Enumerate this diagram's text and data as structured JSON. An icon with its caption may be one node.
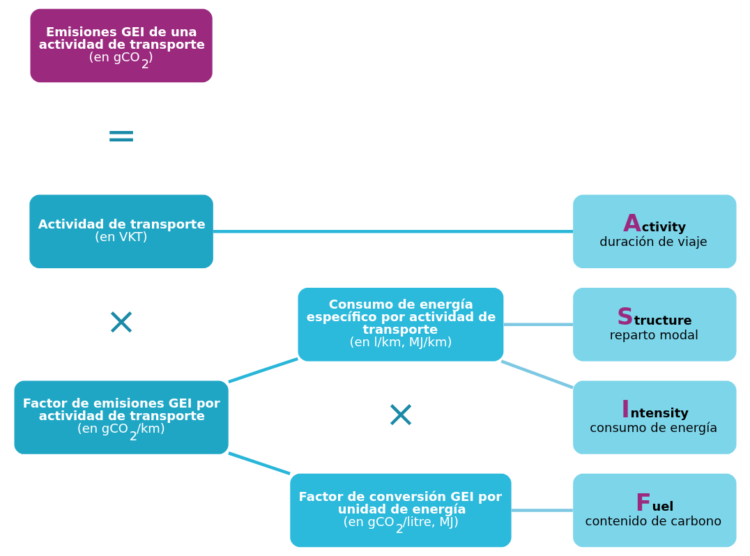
{
  "diagram": {
    "nodes": [
      {
        "text": [
          "Emisiones GEI de una actividad de transporte",
          "(en gCO$_{2}$)"
        ]
      },
      {
        "text": [
          "Actividad de transporte",
          "(en VKT)"
        ]
      },
      {
        "text": [
          "Factor de emisiones GEI por actividad de transporte",
          "(en gCO$_{2}$/km)"
        ]
      },
      {
        "text": [
          "Consumo de energía específico por actividad de transporte",
          "(en l/km, MJ/km)"
        ]
      },
      {
        "text": [
          "Factor de conversión GEI por unidad de energía",
          "(en gCO$_{2}$/litre, MJ)"
        ]
      },
      {
        "text": [
          "Activity",
          "duración de viaje"
        ]
      },
      {
        "text": [
          "Structure",
          "reparto modal"
        ]
      },
      {
        "text": [
          "Intensity",
          "consumo de energía"
        ]
      },
      {
        "text": [
          "Fuel",
          "contenido de carbono"
        ]
      }
    ],
    "edges": [
      {
        "from": 1,
        "to": 5,
        "arrow": "none"
      },
      {
        "from": 2,
        "to": 3,
        "arrow": "none"
      },
      {
        "from": 2,
        "to": 4,
        "arrow": "none"
      },
      {
        "from": 3,
        "to": 6,
        "arrow": "none",
        "color": "#7ec8e3"
      },
      {
        "from": 3,
        "to": 7,
        "arrow": "none",
        "color": "#7ec8e3"
      },
      {
        "from": 4,
        "to": 8,
        "arrow": "none",
        "color": "#7ec8e3"
      }
    ],
    "labels": [
      "=",
      "×",
      "×"
    ]
  }
}
